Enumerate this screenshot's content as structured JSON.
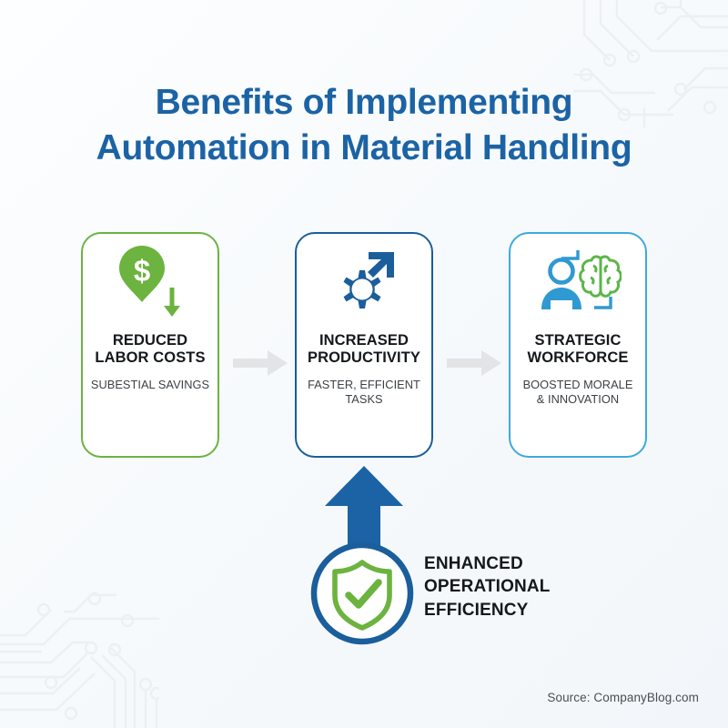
{
  "header": {
    "title_line1": "Benefits of Implementing",
    "title_line2": "Automation in Material Handling",
    "title_color": "#1B63A5"
  },
  "cards": [
    {
      "title_line1": "REDUCED",
      "title_line2": "LABOR COSTS",
      "subtitle_line1": "SUBESTIAL SAVINGS",
      "subtitle_line2": "",
      "icon": "dollar-pin-down-arrow-icon",
      "accent_color": "#6CB33F"
    },
    {
      "title_line1": "INCREASED",
      "title_line2": "PRODUCTIVITY",
      "subtitle_line1": "FASTER, EFFICIENT TASKS",
      "subtitle_line2": "",
      "icon": "gear-growth-arrow-icon",
      "accent_color": "#1B5E9C"
    },
    {
      "title_line1": "STRATEGIC",
      "title_line2": "WORKFORCE",
      "subtitle_line1": "BOOSTED MORALE",
      "subtitle_line2": "& INNOVATION",
      "icon": "person-brain-icon",
      "accent_color": "#3FA9DC"
    }
  ],
  "connectors": {
    "arrow_icon": "arrow-right-icon",
    "color": "#E2E4E6",
    "up_arrow_icon": "arrow-up-icon",
    "up_arrow_color": "#1B63A5"
  },
  "badge": {
    "icon": "shield-check-icon",
    "ring_color": "#1B5E9C",
    "shield_color": "#6CB33F",
    "label_line1": "ENHANCED",
    "label_line2": "OPERATIONAL",
    "label_line3": "EFFICIENCY"
  },
  "footer": {
    "source": "Source: CompanyBlog.com"
  },
  "decor": {
    "circuit_color": "#EDF0F3"
  }
}
